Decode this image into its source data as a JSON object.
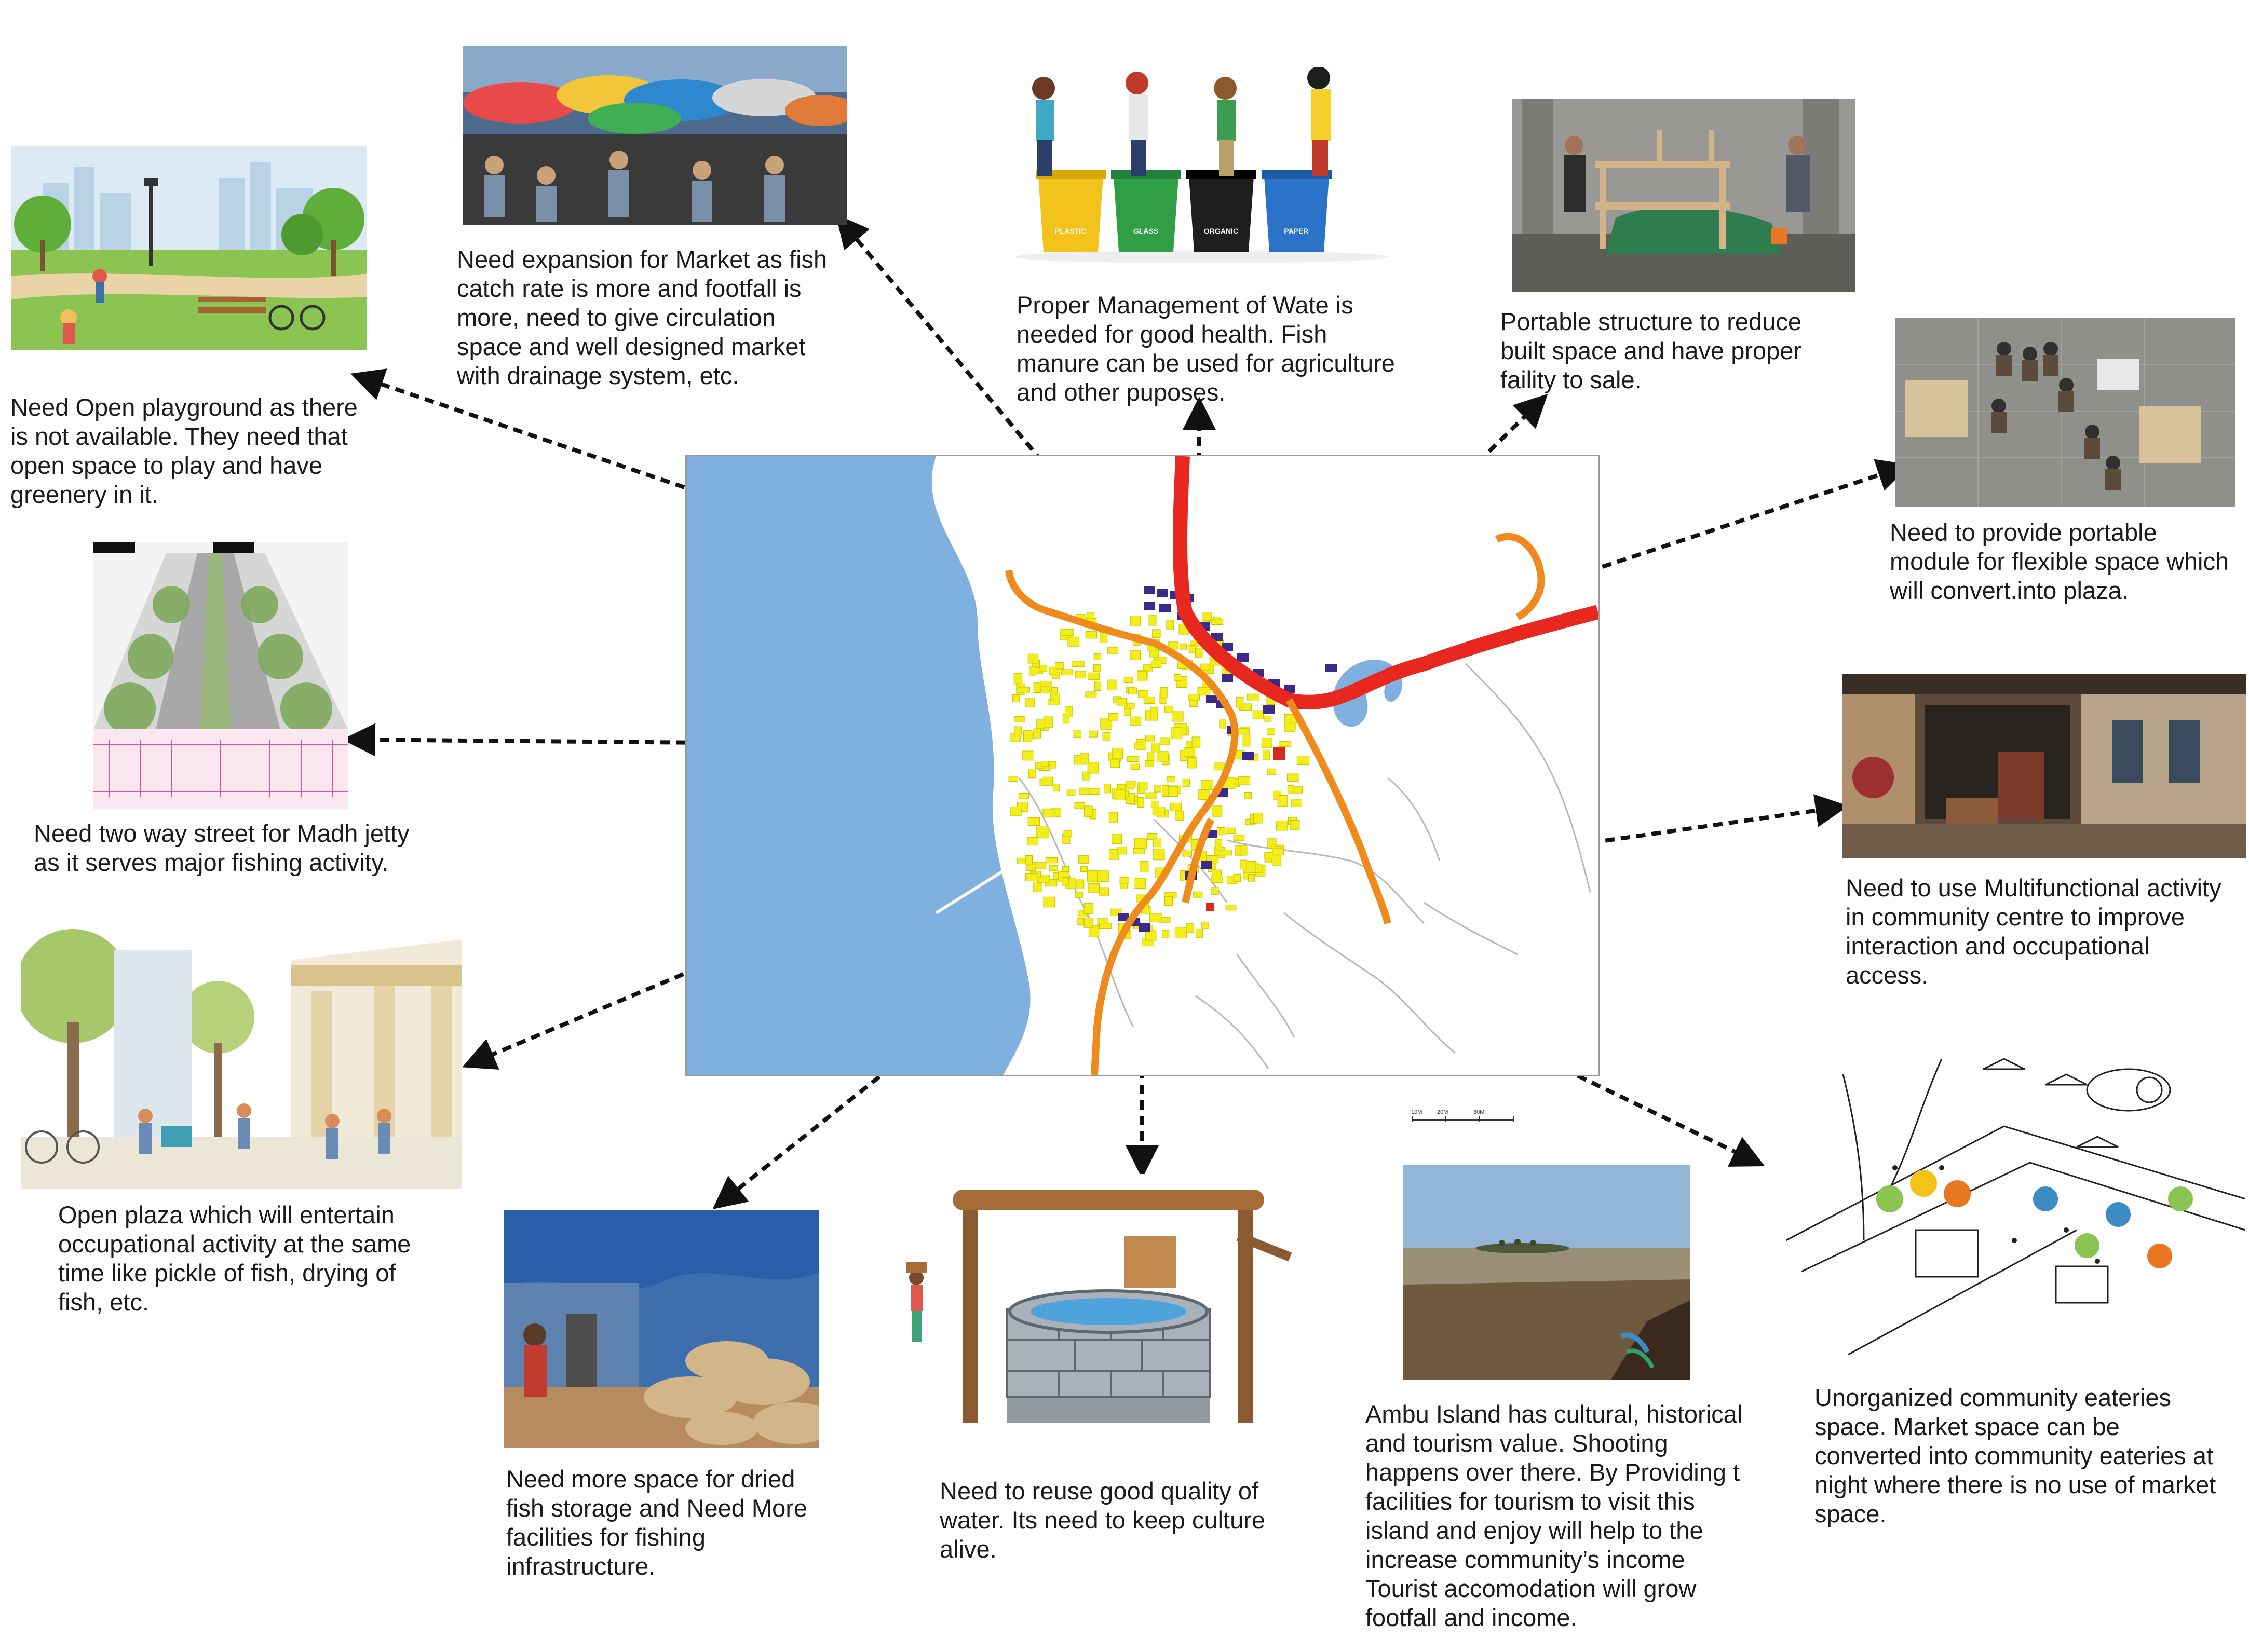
{
  "captions": {
    "playground": "Need Open playground as there\nis not available. They need that\nopen space to play and have\ngreenery in it.",
    "market": "Need expansion for Market as fish\ncatch rate is more and footfall is\nmore, need to give circulation\nspace and well designed market\nwith drainage system, etc.",
    "waste": "Proper Management of Wate is\nneeded for good health. Fish\nmanure can be used for agriculture\nand other puposes.",
    "portable": "Portable structure to reduce\nbuilt space and have proper\nfaility to sale.",
    "module": "Need to provide portable\nmodule for flexible space which\nwill convert.into plaza.",
    "street": "Need two way street for Madh jetty\nas it serves major fishing activity.",
    "community": "Need to use Multifunctional activity\nin community centre to improve\ninteraction and occupational\naccess.",
    "plaza": "Open plaza which will entertain\noccupational activity at the same\ntime like pickle of fish, drying of\nfish, etc.",
    "storage": "Need more space for dried\nfish storage and Need More\nfacilities for fishing\ninfrastructure.",
    "well": "Need to reuse good quality of\nwater. Its need to keep culture\nalive.",
    "island": "Ambu Island has cultural, historical\nand tourism value. Shooting\nhappens over there. By Providing t\nfacilities for tourism to visit this\nisland and enjoy will help to the\nincrease community’s income\nTourist accomodation will grow\nfootfall and income.",
    "eateries": "Unorganized community eateries\nspace. Market space can be\nconverted into community eateries at\nnight where there is no use of market\nspace."
  },
  "bins": [
    "PLASTIC",
    "GLASS",
    "ORGANIC",
    "PAPER"
  ],
  "scale_ticks": [
    "10M",
    "20M",
    "30M"
  ],
  "colors": {
    "sea": "#7fb0e0",
    "settlement": "#f3ee1a",
    "market_stalls": "#3b2a8c",
    "main_road": "#e8281e",
    "secondary_road": "#ef8a1d",
    "arrow": "#111111"
  }
}
